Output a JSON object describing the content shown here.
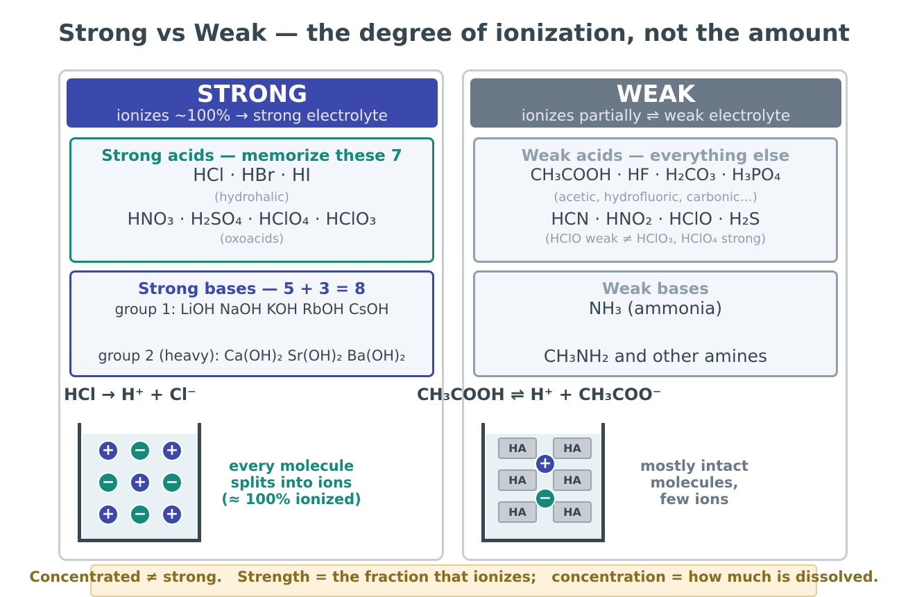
{
  "title": "Strong vs Weak — the degree of ionization, not the amount",
  "colors": {
    "strong": "#3a49ab",
    "weak": "#6b7986",
    "teal": "#148a7a",
    "gray": "#90a0aa",
    "dark": "#37474f",
    "footer_bg": "#fdf3dc"
  },
  "strong": {
    "header": "STRONG",
    "subheader": "ionizes ~100%   →   strong electrolyte",
    "acids": {
      "title": "Strong acids — memorize these 7",
      "row1": "HCl   ·   HBr   ·   HI",
      "note1": "(hydrohalic)",
      "row2": "HNO₃  ·  H₂SO₄  ·  HClO₄  ·  HClO₃",
      "note2": "(oxoacids)"
    },
    "bases": {
      "title": "Strong bases  —  5 + 3 = 8",
      "row1": "group 1:  LiOH  NaOH  KOH  RbOH  CsOH",
      "row2": "group 2 (heavy):  Ca(OH)₂  Sr(OH)₂  Ba(OH)₂"
    },
    "equation": "HCl  →  H⁺ + Cl⁻",
    "ions": [
      "+",
      "−",
      "+",
      "−",
      "+",
      "−",
      "+",
      "−",
      "+"
    ],
    "caption": [
      "every molecule",
      "splits into ions",
      "(≈ 100% ionized)"
    ]
  },
  "weak": {
    "header": "WEAK",
    "subheader": "ionizes partially   ⇌   weak electrolyte",
    "acids": {
      "title": "Weak acids — everything else",
      "row1": "CH₃COOH  ·  HF  ·  H₂CO₃  ·  H₃PO₄",
      "note1": "(acetic, hydrofluoric, carbonic…)",
      "row2": "HCN  ·  HNO₂  ·  HClO  ·  H₂S",
      "note2": "(HClO weak  ≠  HClO₃, HClO₄ strong)"
    },
    "bases": {
      "title": "Weak bases",
      "row1": "NH₃  (ammonia)",
      "row2": "CH₃NH₂ and other amines"
    },
    "equation": "CH₃COOH  ⇌  H⁺ + CH₃COO⁻",
    "molecules": [
      "HA",
      "HA",
      "HA",
      "HA",
      "HA",
      "HA"
    ],
    "ions": [
      "+",
      "−"
    ],
    "caption": [
      "mostly intact",
      "molecules,",
      "few ions"
    ]
  },
  "footer": "Concentrated ≠ strong.   Strength = the fraction that ionizes;   concentration = how much is dissolved."
}
